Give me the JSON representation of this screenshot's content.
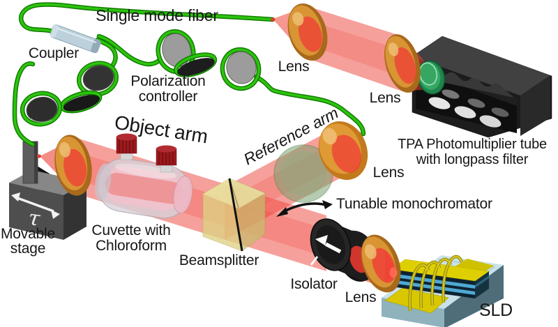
{
  "figure": {
    "description": "Optical setup diagram: SLD source, isolator, beamsplitter with object arm (cuvette with chloroform, movable stage) and reference arm (tunable monochromator), fiber coupler and TPA photomultiplier detection"
  },
  "labels": {
    "single_mode_fiber": "Single mode fiber",
    "coupler": "Coupler",
    "polarization_line1": "Polarization",
    "polarization_line2": "controller",
    "object_arm": "Object arm",
    "reference_arm": "Reference arm",
    "lens": "Lens",
    "tpa_line1": "TPA Photomultiplier tube",
    "tpa_line2": "with longpass filter",
    "tunable_monochromator": "Tunable monochromator",
    "movable_line1": "Movable",
    "movable_line2": "stage",
    "tau": "τ",
    "cuvette_line1": "Cuvette with",
    "cuvette_line2": "Chloroform",
    "beamsplitter": "Beamsplitter",
    "isolator": "Isolator",
    "sld": "SLD"
  },
  "colors": {
    "beam_red": "#ee4137",
    "beam_core": "#f2584e",
    "fiber_green": "#2cc40e",
    "fiber_dark": "#117a00",
    "lens_orange": "#d99434",
    "lens_rim": "#a8691b",
    "beamsplitter_yellow": "#ded283",
    "monochromator_green": "#7aa371",
    "longpass_filter_green": "#35a763",
    "cuvette_pink": "#f2c2cc",
    "cap_red": "#9c191d",
    "coupler_blue": "#bcd1dc",
    "stage_gray": "#4e4e4e",
    "pmt_dark": "#1c1c1c",
    "sld_substrate": "#c9e2ea",
    "sld_gold": "#d9c800",
    "wire_gold": "#d4c51e",
    "sld_stripe_blue": "#4fa8d4"
  }
}
